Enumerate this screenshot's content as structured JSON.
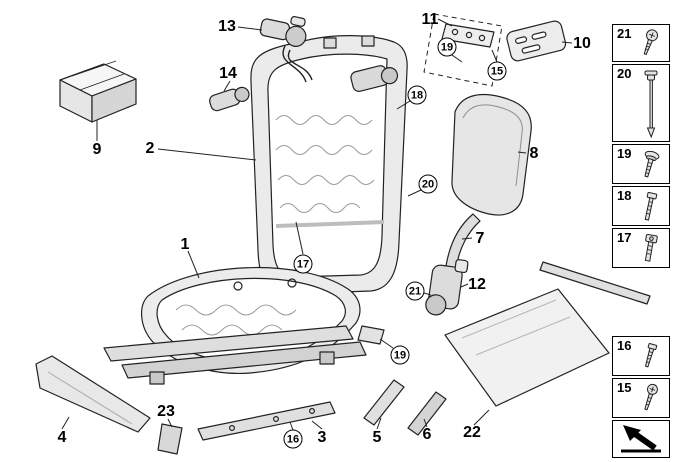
{
  "diagram": {
    "kind": "exploded-parts-diagram",
    "colors": {
      "line": "#222222",
      "fill_light": "#f2f2f2",
      "fill_mid": "#e2e2e2",
      "fill_dark": "#cfcfcf",
      "background": "#ffffff"
    },
    "callouts": [
      {
        "label": "13"
      },
      {
        "label": "11"
      },
      {
        "label": "10"
      },
      {
        "label": "14"
      },
      {
        "label": "9"
      },
      {
        "label": "2"
      },
      {
        "label": "8"
      },
      {
        "label": "7"
      },
      {
        "label": "12"
      },
      {
        "label": "1"
      },
      {
        "label": "4"
      },
      {
        "label": "23"
      },
      {
        "label": "3"
      },
      {
        "label": "5"
      },
      {
        "label": "6"
      },
      {
        "label": "22"
      }
    ],
    "circled_callouts": [
      {
        "label": "19"
      },
      {
        "label": "15"
      },
      {
        "label": "18"
      },
      {
        "label": "20"
      },
      {
        "label": "17"
      },
      {
        "label": "21"
      },
      {
        "label": "19"
      },
      {
        "label": "16"
      }
    ],
    "legend": {
      "items": [
        {
          "number": "21",
          "icon": "torx-screw-icon"
        },
        {
          "number": "20",
          "icon": "expansion-rivet-icon"
        },
        {
          "number": "19",
          "icon": "pan-head-screw-icon"
        },
        {
          "number": "18",
          "icon": "hex-bolt-icon"
        },
        {
          "number": "17",
          "icon": "socket-bolt-icon"
        },
        {
          "number": "16",
          "icon": "small-screw-icon"
        },
        {
          "number": "15",
          "icon": "torx-screw-icon"
        }
      ],
      "direction_indicator": "front-direction-arrow"
    }
  }
}
